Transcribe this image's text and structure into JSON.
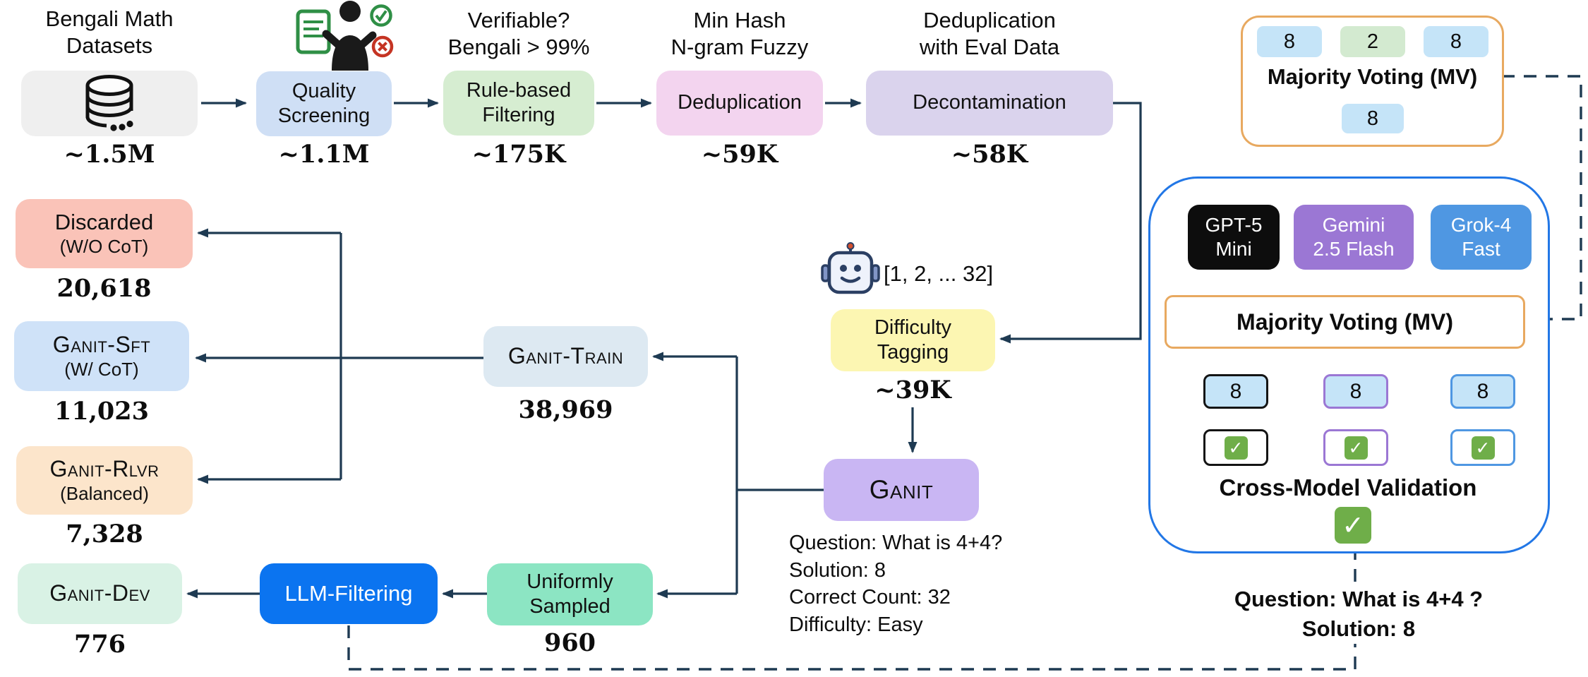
{
  "top_flow": {
    "source": {
      "title1": "Bengali Math",
      "title2": "Datasets",
      "count": "~1.5M"
    },
    "quality": {
      "label1": "Quality",
      "label2": "Screening",
      "count": "~1.1M"
    },
    "rule": {
      "title1": "Verifiable?",
      "title2": "Bengali > 99%",
      "label1": "Rule-based",
      "label2": "Filtering",
      "count": "~175K"
    },
    "dedup": {
      "title1": "Min Hash",
      "title2": "N-gram Fuzzy",
      "label": "Deduplication",
      "count": "~59K"
    },
    "decontam": {
      "title1": "Deduplication",
      "title2": "with Eval Data",
      "label": "Decontamination",
      "count": "~58K"
    }
  },
  "middle": {
    "robot_note": "[1, 2, ... 32]",
    "difficulty": {
      "label1": "Difficulty",
      "label2": "Tagging",
      "count": "~39K"
    },
    "ganit": {
      "label": "Ganit"
    },
    "ganit_example": {
      "line1": "Question: What is 4+4?",
      "line2": "Solution: 8",
      "line3": "Correct Count: 32",
      "line4": "Difficulty: Easy"
    },
    "ganit_train": {
      "label": "Ganit-Train",
      "count": "38,969"
    },
    "uniform": {
      "label1": "Uniformly",
      "label2": "Sampled",
      "count": "960"
    },
    "llm_filter": {
      "label": "LLM-Filtering"
    }
  },
  "outputs": {
    "discarded": {
      "label1": "Discarded",
      "label2": "(W/O CoT)",
      "count": "20,618"
    },
    "sft": {
      "label1": "Ganit-Sft",
      "label2": "(W/ CoT)",
      "count": "11,023"
    },
    "rlvr": {
      "label1": "Ganit-Rlvr",
      "label2": "(Balanced)",
      "count": "7,328"
    },
    "dev": {
      "label": "Ganit-Dev",
      "count": "776"
    }
  },
  "voting": {
    "example": {
      "votes": [
        "8",
        "2",
        "8"
      ],
      "label": "Majority Voting (MV)",
      "result": "8"
    },
    "models": [
      {
        "name1": "GPT-5",
        "name2": "Mini"
      },
      {
        "name1": "Gemini",
        "name2": "2.5 Flash"
      },
      {
        "name1": "Grok-4",
        "name2": "Fast"
      }
    ],
    "mv_label": "Majority Voting (MV)",
    "answers": [
      "8",
      "8",
      "8"
    ],
    "caption": "Cross-Model Validation",
    "check_glyph": "✓",
    "question1": "Question: What is 4+4 ?",
    "question2": "Solution: 8"
  },
  "colors": {
    "line": "#1e3a52",
    "mv_border": "#e8a960",
    "panel_border": "#2277e6",
    "llm_blue": "#0b74f0",
    "model_gpt": "#0d0d0d",
    "model_gemini": "#9b77d4",
    "model_grok": "#4f97e2"
  }
}
